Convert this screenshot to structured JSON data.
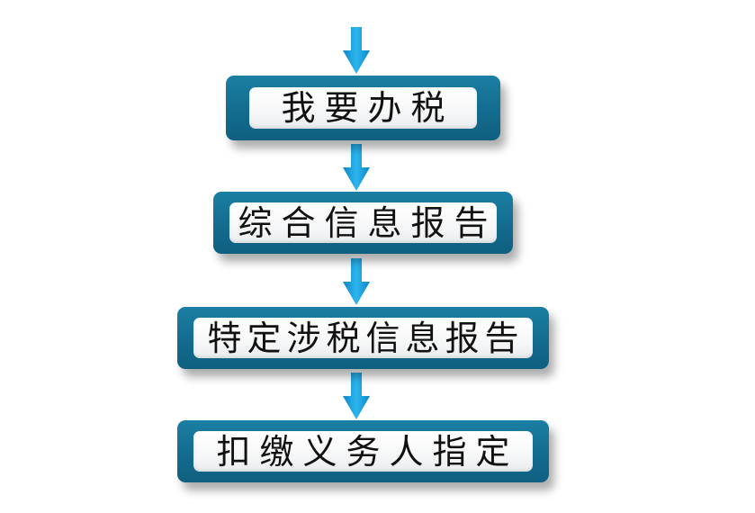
{
  "flow": {
    "steps": [
      {
        "label": "我要办税"
      },
      {
        "label": "综合信息报告"
      },
      {
        "label": "特定涉税信息报告"
      },
      {
        "label": "扣缴义务人指定"
      }
    ]
  },
  "colors": {
    "arrow": "#1ea5e0",
    "box_border": "#156f92",
    "box_inner": "#ffffff",
    "text": "#111111"
  }
}
